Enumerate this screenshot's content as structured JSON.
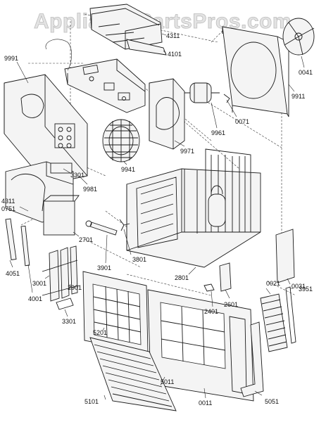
{
  "watermark": "AppliancePartsPros.com",
  "part_labels": {
    "p4311a": "4311",
    "p4101": "4101",
    "p9991": "9991",
    "p0041": "0041",
    "p9911": "9911",
    "p0071": "0071",
    "p9961": "9961",
    "p9971": "9971",
    "p9941": "9941",
    "p9981": "9981",
    "p3301a": "3301",
    "p4311b": "4311",
    "p0751": "0751",
    "p2701": "2701",
    "p3801": "3801",
    "p3901": "3901",
    "p2801": "2801",
    "p3951": "3951",
    "p4051": "4051",
    "p3001": "3001",
    "p4001": "4001",
    "p2901": "2901",
    "p3301b": "3301",
    "p0021": "0021",
    "p0031": "0031",
    "p2601": "2601",
    "p2401": "2401",
    "p5201": "5201",
    "p5011": "5011",
    "p5101": "5101",
    "p0011": "0011",
    "p5051": "5051"
  }
}
